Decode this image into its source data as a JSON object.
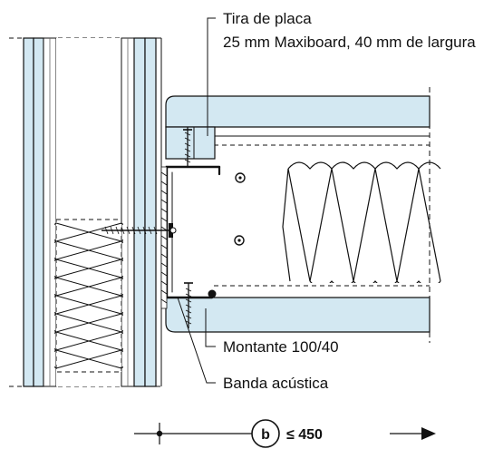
{
  "labels": {
    "strip_title": "Tira de placa",
    "strip_spec": "25 mm Maxiboard, 40 mm de largura",
    "stud": "Montante 100/40",
    "acoustic_band": "Banda acústica"
  },
  "dimension": {
    "badge": "b",
    "limit": "≤ 450"
  },
  "colors": {
    "board": "#d3e8f2",
    "line": "#111111",
    "dash": "#555555",
    "background": "#ffffff"
  }
}
